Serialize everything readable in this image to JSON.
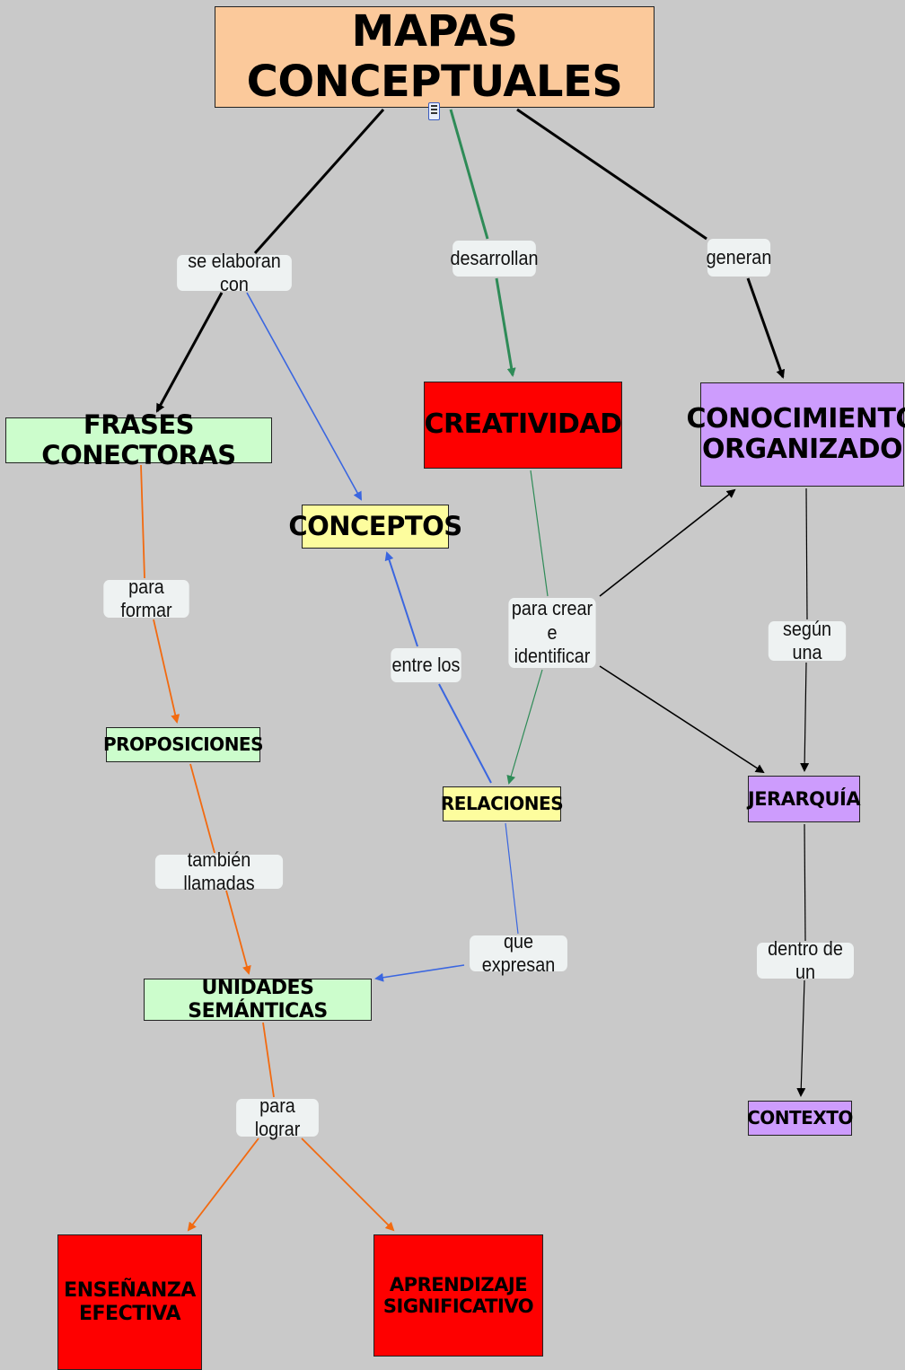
{
  "concepts": {
    "mapas": "MAPAS CONCEPTUALES",
    "frases": "FRASES CONECTORAS",
    "conceptos": "CONCEPTOS",
    "creatividad": "CREATIVIDAD",
    "conocimiento": "CONOCIMIENTO\nORGANIZADO",
    "proposiciones": "PROPOSICIONES",
    "relaciones": "RELACIONES",
    "jerarquia": "JERARQUÍA",
    "unidades": "UNIDADES SEMÁNTICAS",
    "contexto": "CONTEXTO",
    "ensenanza": "ENSEÑANZA\nEFECTIVA",
    "aprendizaje": "APRENDIZAJE\nSIGNIFICATIVO"
  },
  "links": {
    "se_elaboran_con": "se elaboran con",
    "desarrollan": "desarrollan",
    "generan": "generan",
    "para_formar": "para formar",
    "para_crear": "para crear\ne identificar",
    "entre_los": "entre los",
    "segun_una": "según una",
    "tambien_llamadas": "también llamadas",
    "que_expresan": "que expresan",
    "dentro_de_un": "dentro de un",
    "para_lograr": "para lograr"
  },
  "colors": {
    "background": "#c9c9c9",
    "title_box": "#fbc99b",
    "green_box": "#ccfdcc",
    "yellow_box": "#fdfd9e",
    "red_box": "#fe0000",
    "purple_box": "#cd9cfd",
    "link_box": "#eef2f2",
    "edge_black": "#000000",
    "edge_green": "#2e8b57",
    "edge_blue": "#3a66e0",
    "edge_orange": "#f26a10"
  },
  "icons": {
    "title_attachment": "document-icon"
  }
}
